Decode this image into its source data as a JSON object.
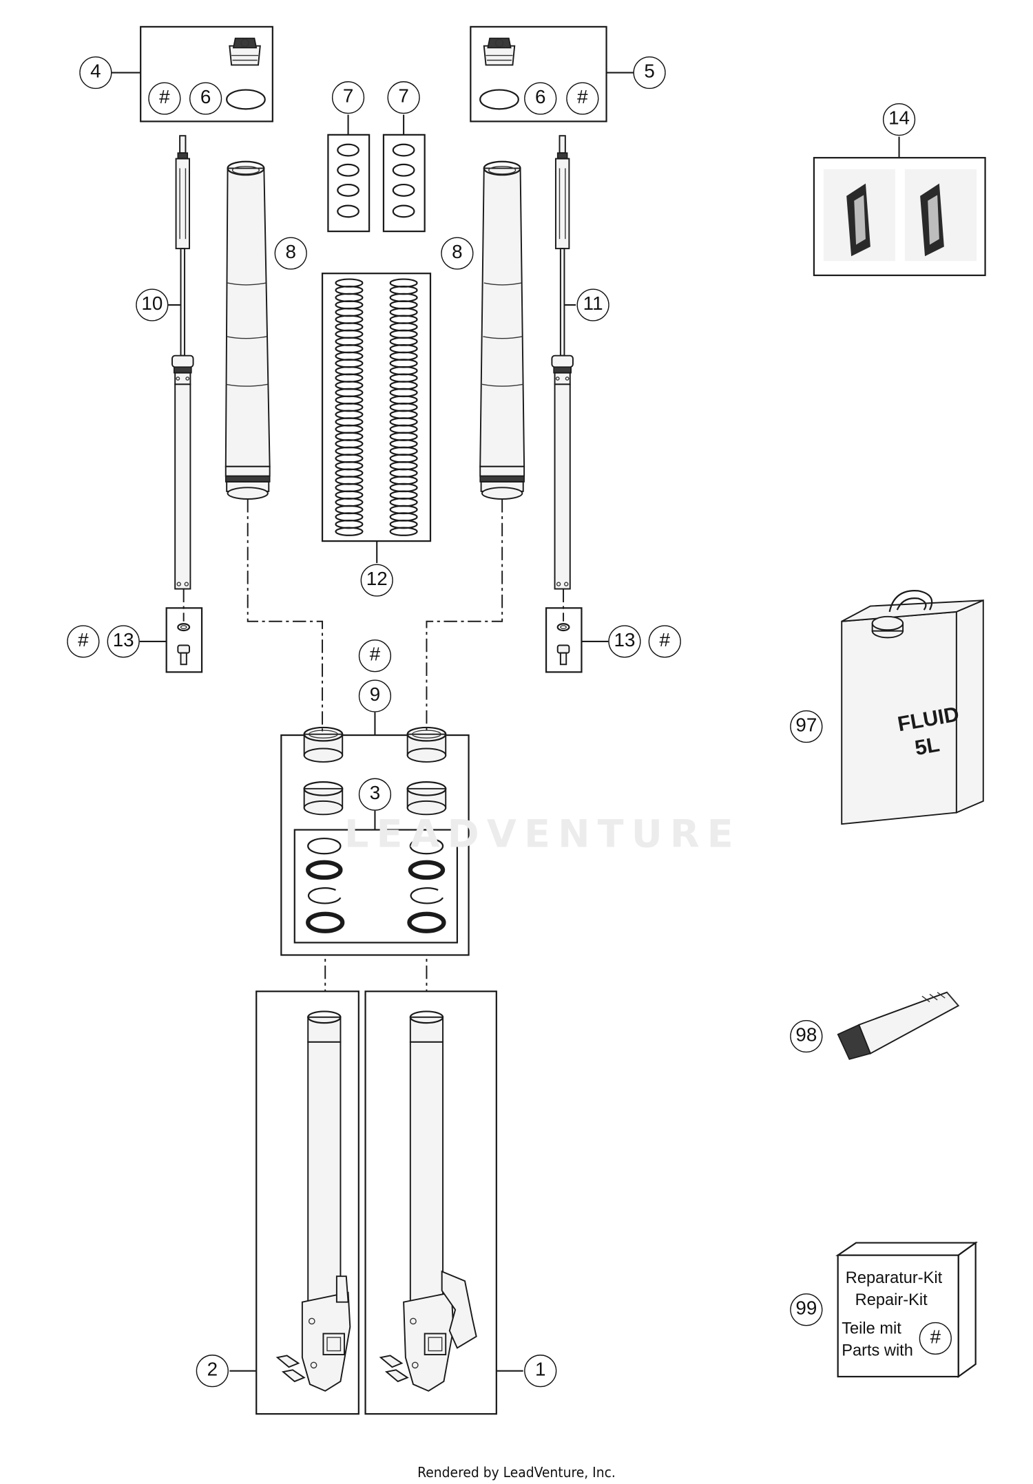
{
  "callouts": {
    "c4": "4",
    "c5": "5",
    "c4_hash": "#",
    "c4_6": "6",
    "c5_6": "6",
    "c5_hash": "#",
    "c7a": "7",
    "c7b": "7",
    "c14": "14",
    "c8a": "8",
    "c8b": "8",
    "c10": "10",
    "c11": "11",
    "c12": "12",
    "c13a_hash": "#",
    "c13a": "13",
    "c13b": "13",
    "c13b_hash": "#",
    "c9_hash": "#",
    "c9": "9",
    "c3": "3",
    "c97": "97",
    "c98": "98",
    "c99": "99",
    "c2": "2",
    "c1": "1"
  },
  "fluid_can": {
    "line1": "FLUID",
    "line2": "5L"
  },
  "repair_kit": {
    "line1": "Reparatur-Kit",
    "line2": "Repair-Kit",
    "line3": "Teile mit",
    "line4": "Parts with",
    "hash": "#"
  },
  "watermark": "LEADVENTURE",
  "footer": "Rendered by LeadVenture, Inc."
}
